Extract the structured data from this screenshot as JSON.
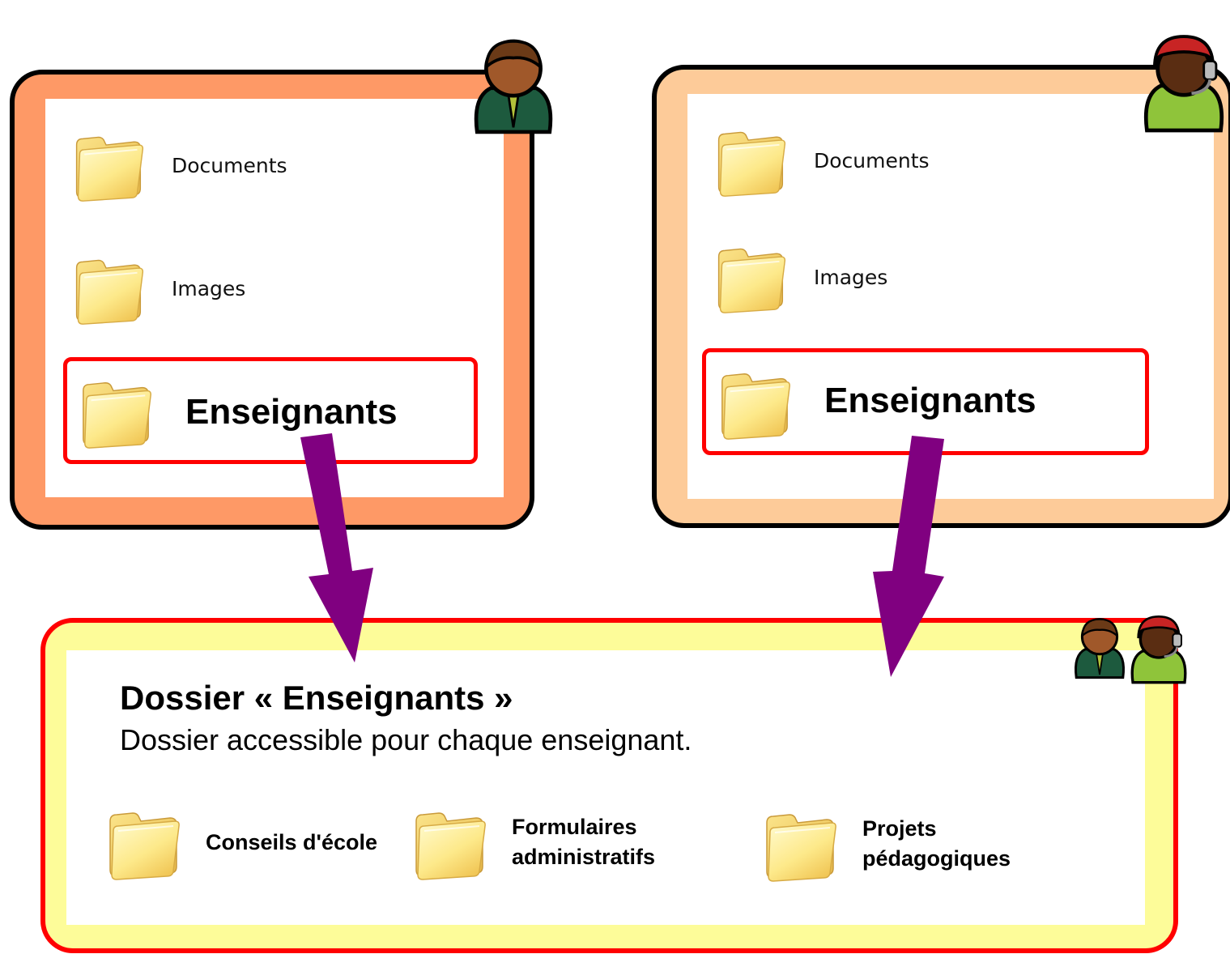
{
  "panels": {
    "left": {
      "items": [
        {
          "label": "Documents"
        },
        {
          "label": "Images"
        }
      ],
      "highlight_label": "Enseignants",
      "border_color": "#000000",
      "fill_color": "#fe9966"
    },
    "right": {
      "items": [
        {
          "label": "Documents"
        },
        {
          "label": "Images"
        }
      ],
      "highlight_label": "Enseignants",
      "border_color": "#000000",
      "fill_color": "#fdcb99"
    },
    "bottom": {
      "title": "Dossier « Enseignants »",
      "description": "Dossier accessible pour chaque enseignant.",
      "subfolders": [
        {
          "label": "Conseils d'école"
        },
        {
          "label": "Formulaires administratifs"
        },
        {
          "label": "Projets pédagogiques"
        }
      ],
      "border_color": "#ff0000",
      "fill_color": "#fdfc99"
    }
  },
  "colors": {
    "arrow": "#800080",
    "highlight_border": "#ff0000"
  },
  "icons": [
    "folder-icon",
    "teacher-avatar-icon",
    "headset-user-avatar-icon"
  ]
}
